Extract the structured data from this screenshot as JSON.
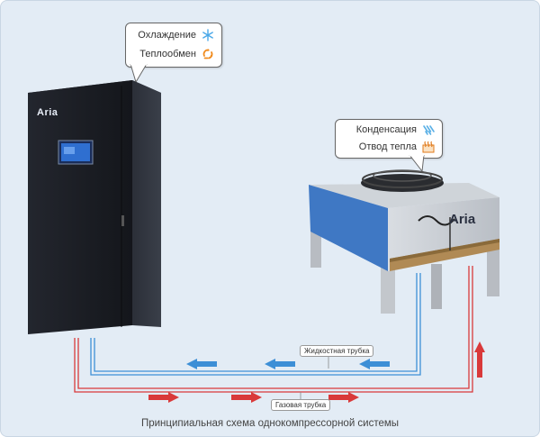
{
  "indoor_callout": {
    "line1": "Охлаждение",
    "line1_icon": "snowflake-icon",
    "line2": "Теплообмен",
    "line2_icon": "recycle-icon"
  },
  "outdoor_callout": {
    "line1": "Конденсация",
    "line1_icon": "condensation-icon",
    "line2": "Отвод тепла",
    "line2_icon": "heat-dissipation-icon"
  },
  "indoor_unit": {
    "brand": "Aria"
  },
  "outdoor_unit": {
    "brand": "Aria"
  },
  "pipes": {
    "liquid_label": "Жидкостная трубка",
    "gas_label": "Газовая трубка"
  },
  "caption": "Принципиальная схема однокомпрессорной системы",
  "colors": {
    "liquid_pipe": "#3d8fd6",
    "gas_pipe": "#d9393a",
    "cabinet": "#1c1f26",
    "condenser_blue": "#3f78c4",
    "background": "#e3ecf5"
  }
}
